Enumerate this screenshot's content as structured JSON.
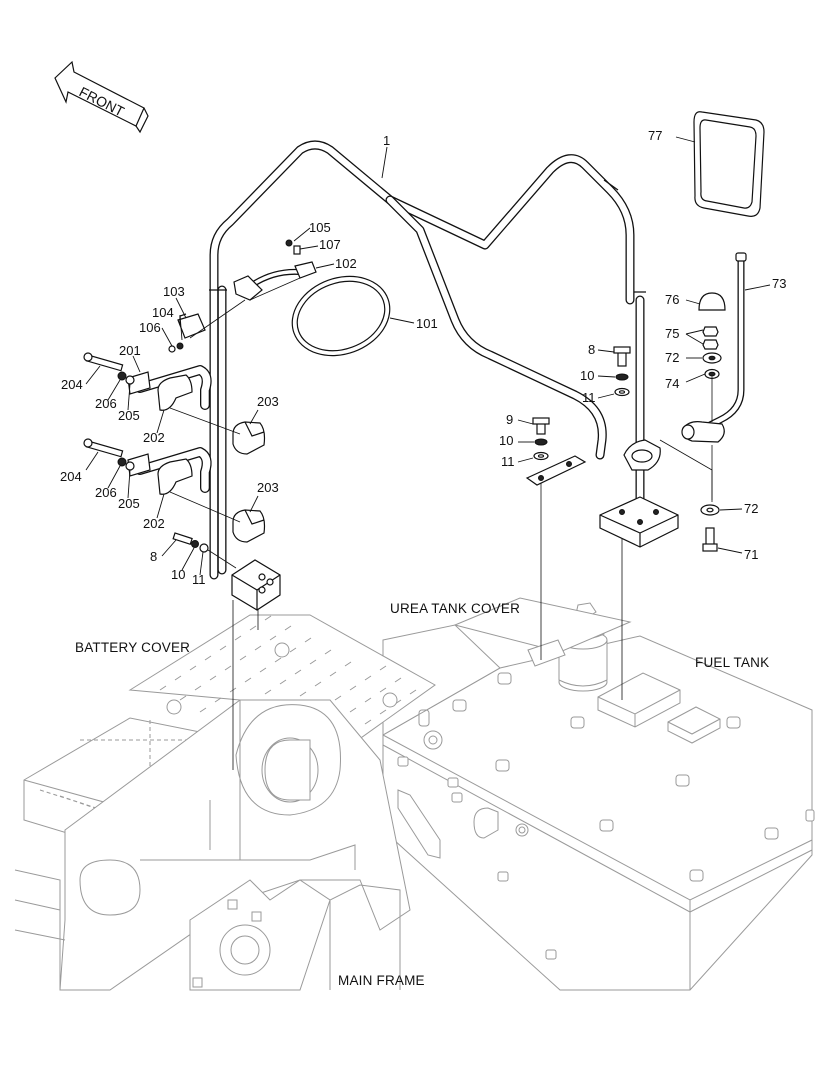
{
  "direction_arrow": {
    "label": "FRONT"
  },
  "area_labels": {
    "urea_tank_cover": "UREA TANK COVER",
    "battery_cover": "BATTERY COVER",
    "fuel_tank": "FUEL TANK",
    "main_frame": "MAIN FRAME"
  },
  "callouts": {
    "p1": "1",
    "p77": "77",
    "p73": "73",
    "p76": "76",
    "p75": "75",
    "p72a": "72",
    "p74": "74",
    "p72b": "72",
    "p71": "71",
    "p8a": "8",
    "p10a": "10",
    "p11a": "11",
    "p9": "9",
    "p10b": "10",
    "p11b": "11",
    "p105": "105",
    "p107": "107",
    "p102": "102",
    "p101": "101",
    "p103": "103",
    "p104": "104",
    "p106": "106",
    "p201": "201",
    "p204a": "204",
    "p206a": "206",
    "p205a": "205",
    "p202a": "202",
    "p203a": "203",
    "p204b": "204",
    "p206b": "206",
    "p205b": "205",
    "p202b": "202",
    "p203b": "203",
    "p8b": "8",
    "p10c": "10",
    "p11c": "11"
  }
}
